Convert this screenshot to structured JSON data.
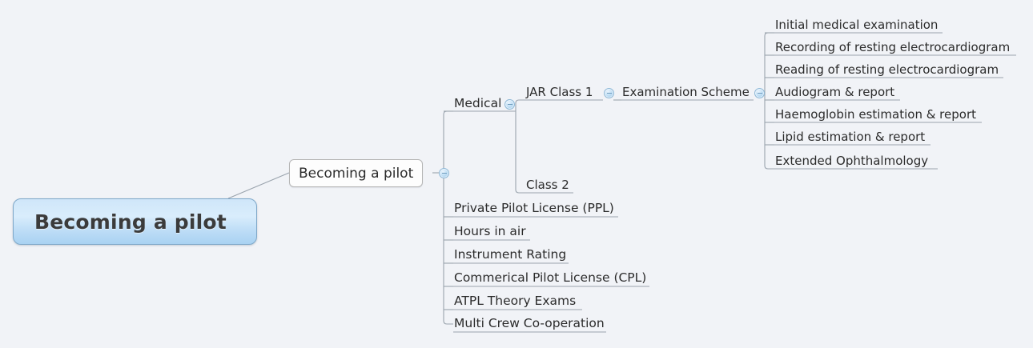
{
  "background_color": "#f1f3f7",
  "accent_color": "#a9d2f2",
  "text_color": "#2b2b2b",
  "line_color": "#9aa3ad",
  "root": {
    "label": "Becoming a pilot"
  },
  "central": {
    "label": "Becoming a pilot",
    "toggle": "collapse-toggle-icon"
  },
  "branches": [
    {
      "label": "Medical",
      "toggle": "collapse-toggle-icon",
      "children": [
        {
          "label": "JAR Class 1",
          "toggle": "collapse-toggle-icon",
          "children": [
            {
              "label": "Examination Scheme",
              "toggle": "collapse-toggle-icon",
              "children": [
                {
                  "label": "Initial medical examination"
                },
                {
                  "label": "Recording of resting electrocardiogram"
                },
                {
                  "label": "Reading of resting electrocardiogram"
                },
                {
                  "label": "Audiogram & report"
                },
                {
                  "label": "Haemoglobin estimation & report"
                },
                {
                  "label": "Lipid estimation & report"
                },
                {
                  "label": "Extended Ophthalmology"
                }
              ]
            }
          ]
        },
        {
          "label": "Class 2"
        }
      ]
    },
    {
      "label": "Private Pilot License (PPL)"
    },
    {
      "label": "Hours in air"
    },
    {
      "label": "Instrument Rating"
    },
    {
      "label": "Commerical Pilot License (CPL)"
    },
    {
      "label": "ATPL Theory Exams"
    },
    {
      "label": "Multi Crew Co-operation"
    }
  ]
}
